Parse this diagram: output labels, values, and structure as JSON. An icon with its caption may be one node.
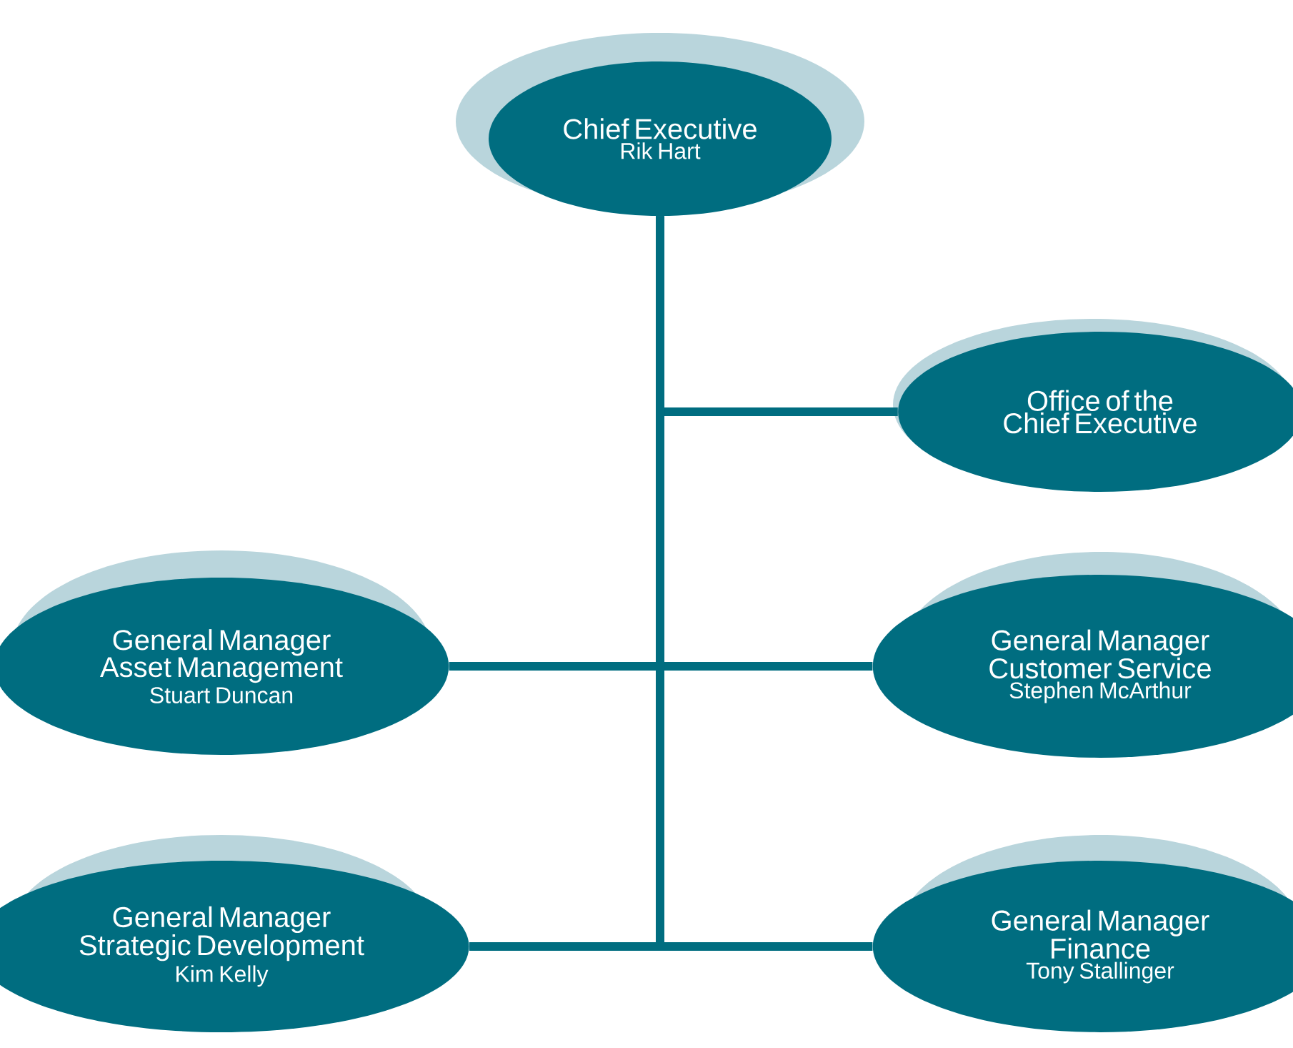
{
  "diagram": {
    "nodes": [
      {
        "text": [
          "Chief Executive",
          "Rik Hart"
        ]
      },
      {
        "text": [
          "Office of the Chief Executive"
        ]
      },
      {
        "text": [
          "General Manager Asset Management",
          "Stuart Duncan"
        ]
      },
      {
        "text": [
          "General Manager Customer Service",
          "Stephen McArthur"
        ]
      },
      {
        "text": [
          "General Manager Strategic Development",
          "Kim Kelly"
        ]
      },
      {
        "text": [
          "General Manager Finance",
          "Tony Stallinger"
        ]
      }
    ],
    "edges": [
      {
        "from": 0,
        "to": 1,
        "arrow": "none"
      },
      {
        "from": 0,
        "to": 2,
        "arrow": "none"
      },
      {
        "from": 0,
        "to": 3,
        "arrow": "none"
      },
      {
        "from": 0,
        "to": 4,
        "arrow": "none"
      },
      {
        "from": 0,
        "to": 5,
        "arrow": "none"
      }
    ]
  }
}
